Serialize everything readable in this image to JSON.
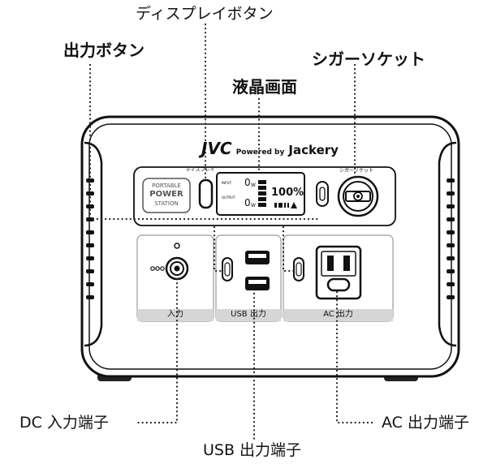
{
  "callouts": {
    "display_button": "ディスプレイボタン",
    "output_button": "出力ボタン",
    "cigar_socket": "シガーソケット",
    "lcd_screen": "液晶画面",
    "dc_input": "DC 入力端子",
    "usb_output": "USB 出力端子",
    "ac_output": "AC 出力端子"
  },
  "device": {
    "brand": "JVC",
    "powered_by": "Powered by",
    "partner": "Jackery",
    "badge": [
      "PORTABLE",
      "POWER",
      "STATION"
    ],
    "display_btn_label": "ディスプレイ",
    "cigar_label": "シガーソケット",
    "lcd": {
      "input_label": "INPUT:",
      "output_label": "OUTPUT:",
      "input_value": "0",
      "output_value": "0",
      "unit": "W",
      "battery_percent": "100%"
    },
    "panels": {
      "input": "入力",
      "usb": "USB 出力",
      "ac": "AC 出力"
    }
  }
}
